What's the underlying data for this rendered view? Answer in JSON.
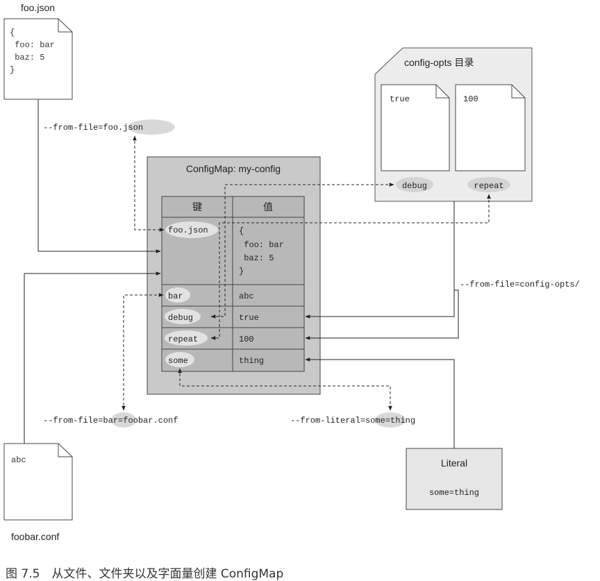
{
  "files": {
    "foo_json": {
      "label": "foo.json",
      "content": [
        "{",
        " foo: bar",
        " baz: 5",
        "}"
      ]
    },
    "foobar_conf": {
      "label": "foobar.conf",
      "content": [
        "abc"
      ]
    }
  },
  "directory": {
    "title": "config-opts 目录",
    "files": [
      {
        "content": "true",
        "key": "debug"
      },
      {
        "content": "100",
        "key": "repeat"
      }
    ]
  },
  "configmap": {
    "title": "ConfigMap: my-config",
    "header_key": "键",
    "header_value": "值",
    "rows": [
      {
        "key": "foo.json",
        "value": [
          "{",
          " foo: bar",
          " baz: 5",
          "}"
        ]
      },
      {
        "key": "bar",
        "value": [
          "abc"
        ]
      },
      {
        "key": "debug",
        "value": [
          "true"
        ]
      },
      {
        "key": "repeat",
        "value": [
          "100"
        ]
      },
      {
        "key": "some",
        "value": [
          "thing"
        ]
      }
    ]
  },
  "literal": {
    "title": "Literal",
    "value": "some=thing"
  },
  "commands": {
    "from_file_foo": {
      "prefix": "--from-file=",
      "highlight": "foo.json",
      "suffix": ""
    },
    "from_file_dir": "--from-file=config-opts/",
    "from_file_bar": {
      "prefix": "--from-file=",
      "highlight": "bar",
      "suffix": "=foobar.conf"
    },
    "from_literal": {
      "prefix": "--from-literal=",
      "highlight": "some",
      "suffix": "=thing"
    }
  },
  "caption": "图 7.5　从文件、文件夹以及字面量创建 ConfigMap"
}
